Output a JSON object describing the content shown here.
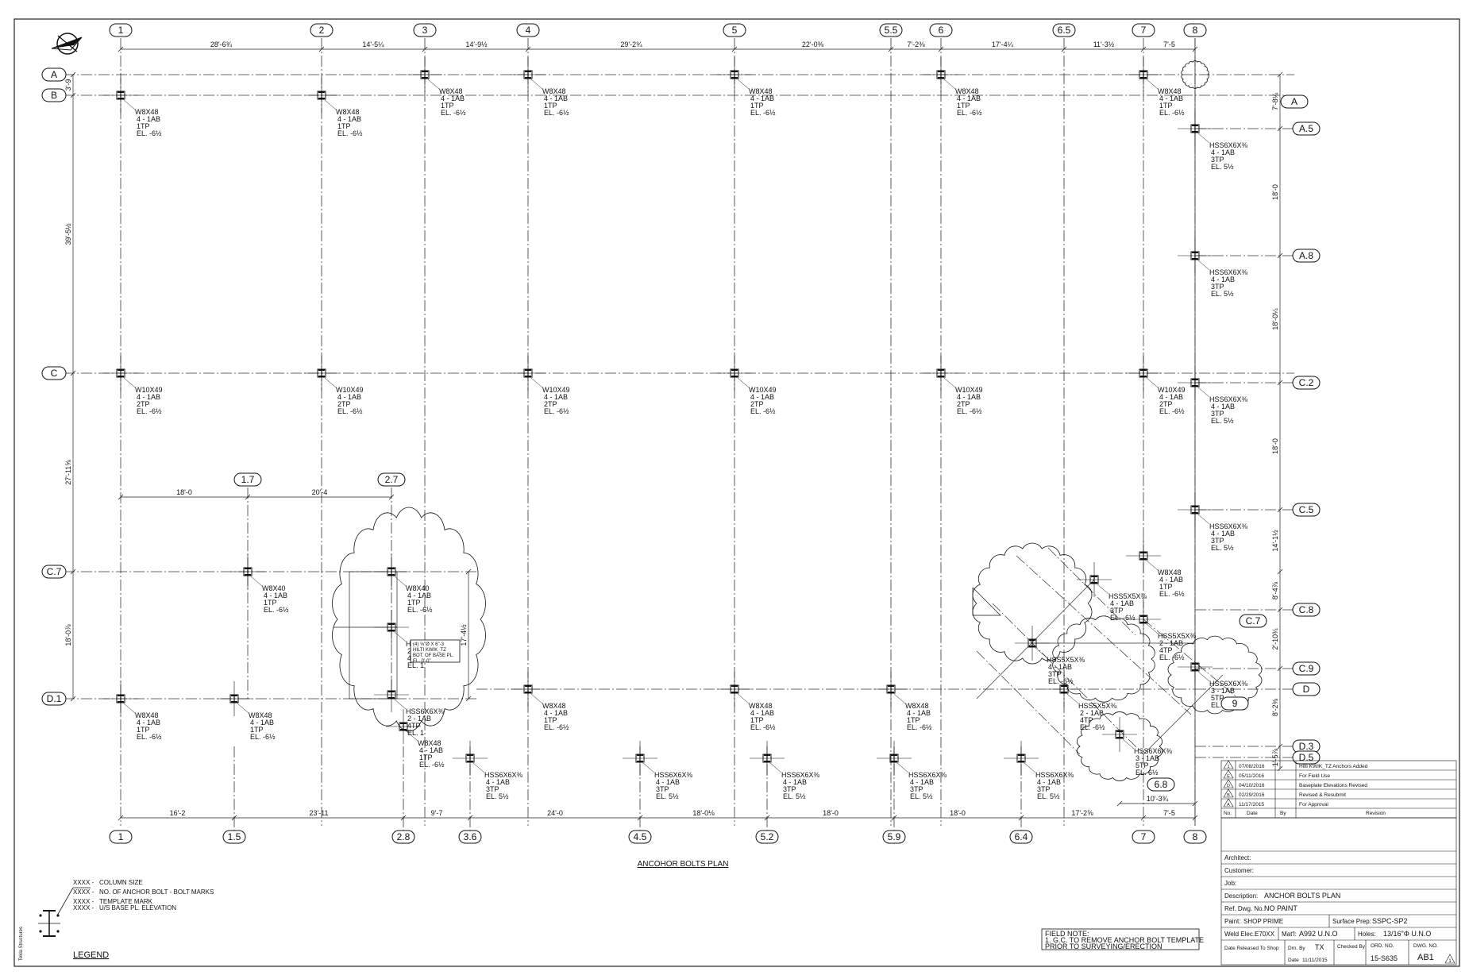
{
  "drawing": {
    "title": "ANCOHOR BOLTS PLAN",
    "field_note": [
      "FIELD NOTE:",
      "1. G.C. TO REMOVE ANCHOR BOLT TEMPLATE",
      "PRIOR TO SURVEYING/ERECTION"
    ],
    "vertical_note": "Tekla Structures"
  },
  "top_grids": [
    "1",
    "2",
    "3",
    "4",
    "5",
    "5.5",
    "6",
    "6.5",
    "7",
    "8"
  ],
  "bottom_grids": [
    "1",
    "1.5",
    "2.8",
    "3.6",
    "4.5",
    "5.2",
    "5.9",
    "6.4",
    "7",
    "8"
  ],
  "mid_grids": [
    "1.7",
    "2.7"
  ],
  "left_grids": [
    "A",
    "B",
    "C",
    "C.7",
    "D.1"
  ],
  "right_grids": [
    "A",
    "A.5",
    "A.8",
    "C.2",
    "C.5",
    "C.8",
    "C.7",
    "C.9",
    "D",
    "D.3",
    "D.5",
    "6.8",
    "9"
  ],
  "top_dims": [
    "28'-6¾",
    "14'-5¼",
    "14'-9½",
    "29'-2¾",
    "22'-0⅜",
    "7'-2⅜",
    "17'-4¼",
    "11'-3½",
    "7'-5"
  ],
  "bottom_dims": [
    "16'-2",
    "23'-11",
    "9'-7",
    "24'-0",
    "18'-0⅛",
    "18'-0",
    "18'-0",
    "17'-2⅝",
    "7'-5",
    "10'-3¾"
  ],
  "left_dims": [
    "3'-9",
    "39'-5½",
    "27'-11⅝",
    "18'-0⅞"
  ],
  "right_dims": [
    "7'-8¼",
    "18'-0",
    "18'-0¼",
    "18'-0",
    "14'-1½",
    "8'-4⅞",
    "2'-10¾",
    "8'-2⅜",
    "1'-5⅞"
  ],
  "mid_dims": [
    "18'-0",
    "20'-4",
    "17'-4½"
  ],
  "columns": [
    {
      "l1": "W8X48",
      "l2": "4 - 1AB",
      "l3": "1TP",
      "l4": "EL. -6½"
    },
    {
      "l1": "W8X48",
      "l2": "4 - 1AB",
      "l3": "1TP",
      "l4": "EL. -6½"
    },
    {
      "l1": "W8X48",
      "l2": "4 - 1AB",
      "l3": "1TP",
      "l4": "EL. -6½"
    },
    {
      "l1": "W8X48",
      "l2": "4 - 1AB",
      "l3": "1TP",
      "l4": "EL. -6½"
    },
    {
      "l1": "W8X48",
      "l2": "4 - 1AB",
      "l3": "1TP",
      "l4": "EL. -6½"
    },
    {
      "l1": "W8X48",
      "l2": "4 - 1AB",
      "l3": "1TP",
      "l4": "EL. -6½"
    },
    {
      "l1": "W8X48",
      "l2": "4 - 1AB",
      "l3": "1TP",
      "l4": "EL. -6½"
    },
    {
      "l1": "HSS6X6X⅜",
      "l2": "4 - 1AB",
      "l3": "3TP",
      "l4": "EL. 5½"
    },
    {
      "l1": "HSS6X6X⅜",
      "l2": "4 - 1AB",
      "l3": "3TP",
      "l4": "EL. 5½"
    },
    {
      "l1": "W10X49",
      "l2": "4 - 1AB",
      "l3": "2TP",
      "l4": "EL. -6½"
    },
    {
      "l1": "W10X49",
      "l2": "4 - 1AB",
      "l3": "2TP",
      "l4": "EL. -6½"
    },
    {
      "l1": "W10X49",
      "l2": "4 - 1AB",
      "l3": "2TP",
      "l4": "EL. -6½"
    },
    {
      "l1": "W10X49",
      "l2": "4 - 1AB",
      "l3": "2TP",
      "l4": "EL. -6½"
    },
    {
      "l1": "W10X49",
      "l2": "4 - 1AB",
      "l3": "2TP",
      "l4": "EL. -6½"
    },
    {
      "l1": "W10X49",
      "l2": "4 - 1AB",
      "l3": "2TP",
      "l4": "EL. -6½"
    },
    {
      "l1": "HSS6X6X⅜",
      "l2": "4 - 1AB",
      "l3": "3TP",
      "l4": "EL. 5½"
    },
    {
      "l1": "HSS6X6X⅜",
      "l2": "4 - 1AB",
      "l3": "3TP",
      "l4": "EL. 5½"
    },
    {
      "l1": "W8X40",
      "l2": "4 - 1AB",
      "l3": "1TP",
      "l4": "EL. -6½"
    },
    {
      "l1": "W8X40",
      "l2": "4 - 1AB",
      "l3": "1TP",
      "l4": "EL. -6½"
    },
    {
      "l1": "HSS6X6X⅜",
      "l2": "2 - 1AB",
      "l3": "4TP",
      "l4": "EL. 1"
    },
    {
      "l1": "HSS6X6X⅜",
      "l2": "2 - 1AB",
      "l3": "4TP",
      "l4": "EL. 1"
    },
    {
      "l1": "W8X48",
      "l2": "4 - 1AB",
      "l3": "1TP",
      "l4": "EL. -6½"
    },
    {
      "l1": "W8X48",
      "l2": "4 - 1AB",
      "l3": "1TP",
      "l4": "EL. -6½"
    },
    {
      "l1": "W8X48",
      "l2": "4 - 1AB",
      "l3": "1TP",
      "l4": "EL. -6½"
    },
    {
      "l1": "W8X48",
      "l2": "4 - 1AB",
      "l3": "1TP",
      "l4": "EL. -6½"
    },
    {
      "l1": "W8X48",
      "l2": "4 - 1AB",
      "l3": "1TP",
      "l4": "EL. -6½"
    },
    {
      "l1": "W8X48",
      "l2": "4 - 1AB",
      "l3": "1TP",
      "l4": "EL. -6½"
    },
    {
      "l1": "W8X48",
      "l2": "4 - 1AB",
      "l3": "1TP",
      "l4": "EL. -6½"
    },
    {
      "l1": "HSS6X6X⅜",
      "l2": "4 - 1AB",
      "l3": "3TP",
      "l4": "EL. 5½"
    },
    {
      "l1": "HSS6X6X⅜",
      "l2": "4 - 1AB",
      "l3": "3TP",
      "l4": "EL. 5½"
    },
    {
      "l1": "HSS6X6X⅜",
      "l2": "4 - 1AB",
      "l3": "3TP",
      "l4": "EL. 5½"
    },
    {
      "l1": "HSS6X6X⅜",
      "l2": "4 - 1AB",
      "l3": "3TP",
      "l4": "EL. 5½"
    },
    {
      "l1": "HSS6X6X⅜",
      "l2": "4 - 1AB",
      "l3": "3TP",
      "l4": "EL. 5½"
    },
    {
      "l1": "HSS5X5X⅜",
      "l2": "4 - 1AB",
      "l3": "3TP",
      "l4": "EL. -6½"
    },
    {
      "l1": "HSS5X5X⅜",
      "l2": "4 - 1AB",
      "l3": "3TP",
      "l4": "EL. -6½"
    },
    {
      "l1": "HSS5X5X⅜",
      "l2": "2 - 1AB",
      "l3": "4TP",
      "l4": "EL. -6½"
    },
    {
      "l1": "HSS5X5X⅜",
      "l2": "2 - 1AB",
      "l3": "4TP",
      "l4": "EL. -6½"
    },
    {
      "l1": "HSS6X6X⅜",
      "l2": "3 - 1AB",
      "l3": "5TP",
      "l4": "EL. 6½"
    },
    {
      "l1": "HSS6X6X⅜",
      "l2": "3 - 1AB",
      "l3": "5TP",
      "l4": "EL. 6½"
    }
  ],
  "kwik_note": [
    "(4) ⅝\"Ø X 6\"-3",
    "HILTI KWIK_TZ",
    "BOT. OF BASE PL.",
    "EL. 0'-0\""
  ],
  "legend": {
    "title": "LEGEND",
    "rows": [
      {
        "code": "XXXX -",
        "text": "COLUMN SIZE"
      },
      {
        "code": "XXXX -",
        "text": "NO. OF ANCHOR BOLT - BOLT MARKS"
      },
      {
        "code": "XXXX -",
        "text": "TEMPLATE MARK"
      },
      {
        "code": "XXXX -",
        "text": "U/S BASE PL. ELEVATION"
      }
    ]
  },
  "revisions": {
    "rows": [
      {
        "mark": "1",
        "date": "07/08/2016",
        "by": "",
        "desc": "Hilti KWIK_TZ Anchors Added"
      },
      {
        "mark": "E",
        "date": "05/11/2016",
        "by": "",
        "desc": "For Field Use"
      },
      {
        "mark": "D",
        "date": "04/10/2016",
        "by": "",
        "desc": "Baseplate Elevations Revised"
      },
      {
        "mark": "B",
        "date": "02/29/2016",
        "by": "",
        "desc": "Revised & Resubmit"
      },
      {
        "mark": "A",
        "date": "11/17/2015",
        "by": "",
        "desc": "For Approval"
      }
    ],
    "header": {
      "no": "No.",
      "date": "Date",
      "by": "By",
      "desc": "Revision"
    }
  },
  "title_block": {
    "architect_label": "Architect:",
    "customer_label": "Customer:",
    "job_label": "Job:",
    "description_label": "Description:",
    "description": "ANCHOR BOLTS PLAN",
    "ref_label": "Ref. Dwg. No.:",
    "ref": "NO PAINT",
    "paint_label": "Paint:",
    "paint": "SHOP PRIME",
    "surface_label": "Surface Prep:",
    "surface": "SSPC-SP2",
    "weld_label": "Weld Elec.:",
    "weld": "E70XX",
    "matl_label": "Mat'l:",
    "matl": "A992 U.N.O",
    "holes_label": "Holes:",
    "holes": "13/16\"Φ U.N.O",
    "released_label": "Date Released To Shop",
    "drn_label": "Drn. By",
    "drn": "TX",
    "checked_label": "Checked By",
    "ord_label": "ORD. NO.",
    "ord": "15-S635",
    "dwg_label": "DWG. NO.",
    "dwg": "AB1",
    "date_label": "Date",
    "date": "11/11/2015",
    "rev": "1"
  }
}
